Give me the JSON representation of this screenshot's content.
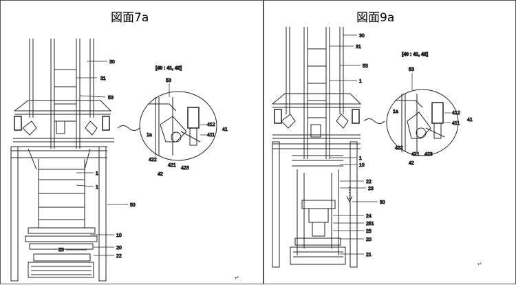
{
  "panels": [
    {
      "title": "図面7a",
      "callout": "[40 : 41, 42]",
      "labels": {
        "l30": "30",
        "l31": "31",
        "l53": "53",
        "l1a": "1",
        "l1b": "1",
        "l50": "50",
        "l10": "10",
        "l20": "20",
        "l23": "23",
        "l22": "22",
        "d53": "53",
        "d1a": "1a",
        "d412": "412",
        "d411": "411",
        "d41": "41",
        "d422": "422",
        "d421": "421",
        "d423": "423",
        "d42": "42"
      },
      "footer_mark": "↵"
    },
    {
      "title": "図面9a",
      "callout": "[40 : 41, 42]",
      "labels": {
        "l30": "30",
        "l31": "31",
        "l53": "53",
        "l1a": "1",
        "l1b": "1",
        "l10": "10",
        "l22": "22",
        "l23": "23",
        "l50": "50",
        "l24": "24",
        "l251": "251",
        "l25": "25",
        "l20": "20",
        "l21": "21",
        "d53": "53",
        "d1a": "1a",
        "d412": "412",
        "d411": "411",
        "d41": "41",
        "d422": "422",
        "d421": "421",
        "d423": "423",
        "d42": "42"
      },
      "footer_mark": "↵"
    }
  ]
}
